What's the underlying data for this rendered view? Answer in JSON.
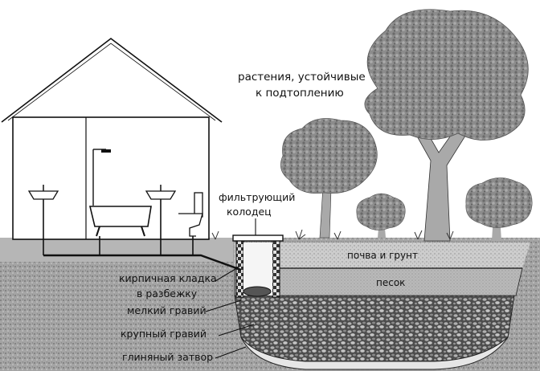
{
  "labels": {
    "plants_line1": "растения, устойчивые",
    "plants_line2": "к подтоплению",
    "well_line1": "фильтрующий",
    "well_line2": "колодец",
    "brick_line1": "кирпичная кладка",
    "brick_line2": "в разбежку",
    "fine_gravel": "мелкий гравий",
    "coarse_gravel": "крупный гравий",
    "clay_seal": "глиняный затвор",
    "soil": "почва и грунт",
    "sand": "песок"
  },
  "colors": {
    "ink": "#111111",
    "ground": "#9a9a9a",
    "soil": "#c8c8c8",
    "sand": "#b4b4b4",
    "gravel": "#5a5a5a",
    "foliage": "#8a8a8a",
    "trunk": "#a9a9a9"
  }
}
